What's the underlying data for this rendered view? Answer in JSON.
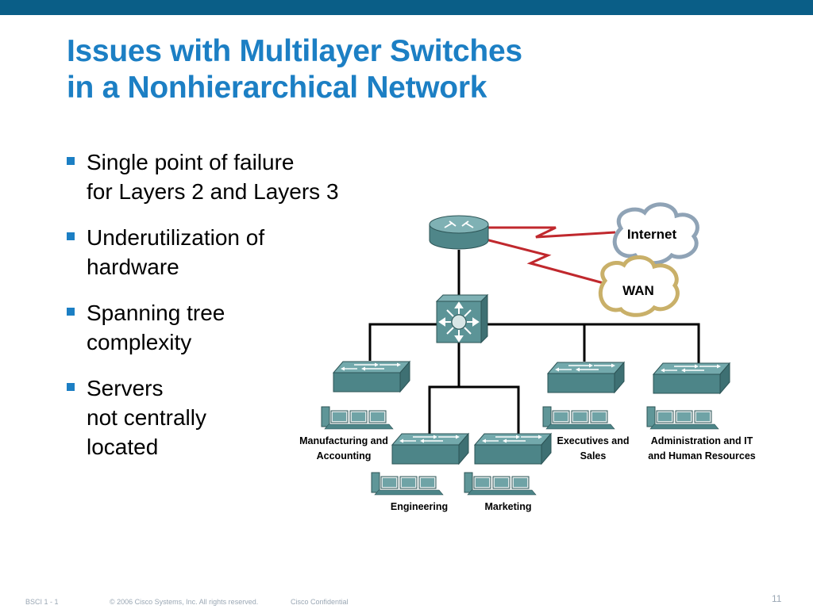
{
  "header": {
    "title_line1": "Issues with Multilayer Switches",
    "title_line2": "in a Nonhierarchical Network"
  },
  "bullets": [
    {
      "lines": [
        "Single point of failure",
        "for Layers 2 and Layers 3"
      ]
    },
    {
      "lines": [
        "Underutilization of",
        "hardware"
      ]
    },
    {
      "lines": [
        "Spanning tree",
        "complexity"
      ]
    },
    {
      "lines": [
        "Servers",
        "not centrally",
        "located"
      ]
    }
  ],
  "diagram": {
    "clouds": {
      "internet": "Internet",
      "wan": "WAN"
    },
    "groups": {
      "manufacturing": [
        "Manufacturing and",
        "Accounting"
      ],
      "executives": [
        "Executives and",
        "Sales"
      ],
      "administration": [
        "Administration and IT",
        "and Human Resources"
      ],
      "engineering": [
        "Engineering"
      ],
      "marketing": [
        "Marketing"
      ]
    },
    "colors": {
      "switch_top": "#6fa3a6",
      "switch_front": "#4f8689",
      "link": "#000000",
      "wan_link": "#c0282d",
      "internet_cloud_border": "#8fa3b6",
      "wan_cloud_border": "#c9b069"
    }
  },
  "footer": {
    "slide_id": "BSCI 1 - 1",
    "copyright": "© 2006 Cisco Systems, Inc. All rights reserved.",
    "confidential": "Cisco Confidential",
    "page_number": "11"
  }
}
